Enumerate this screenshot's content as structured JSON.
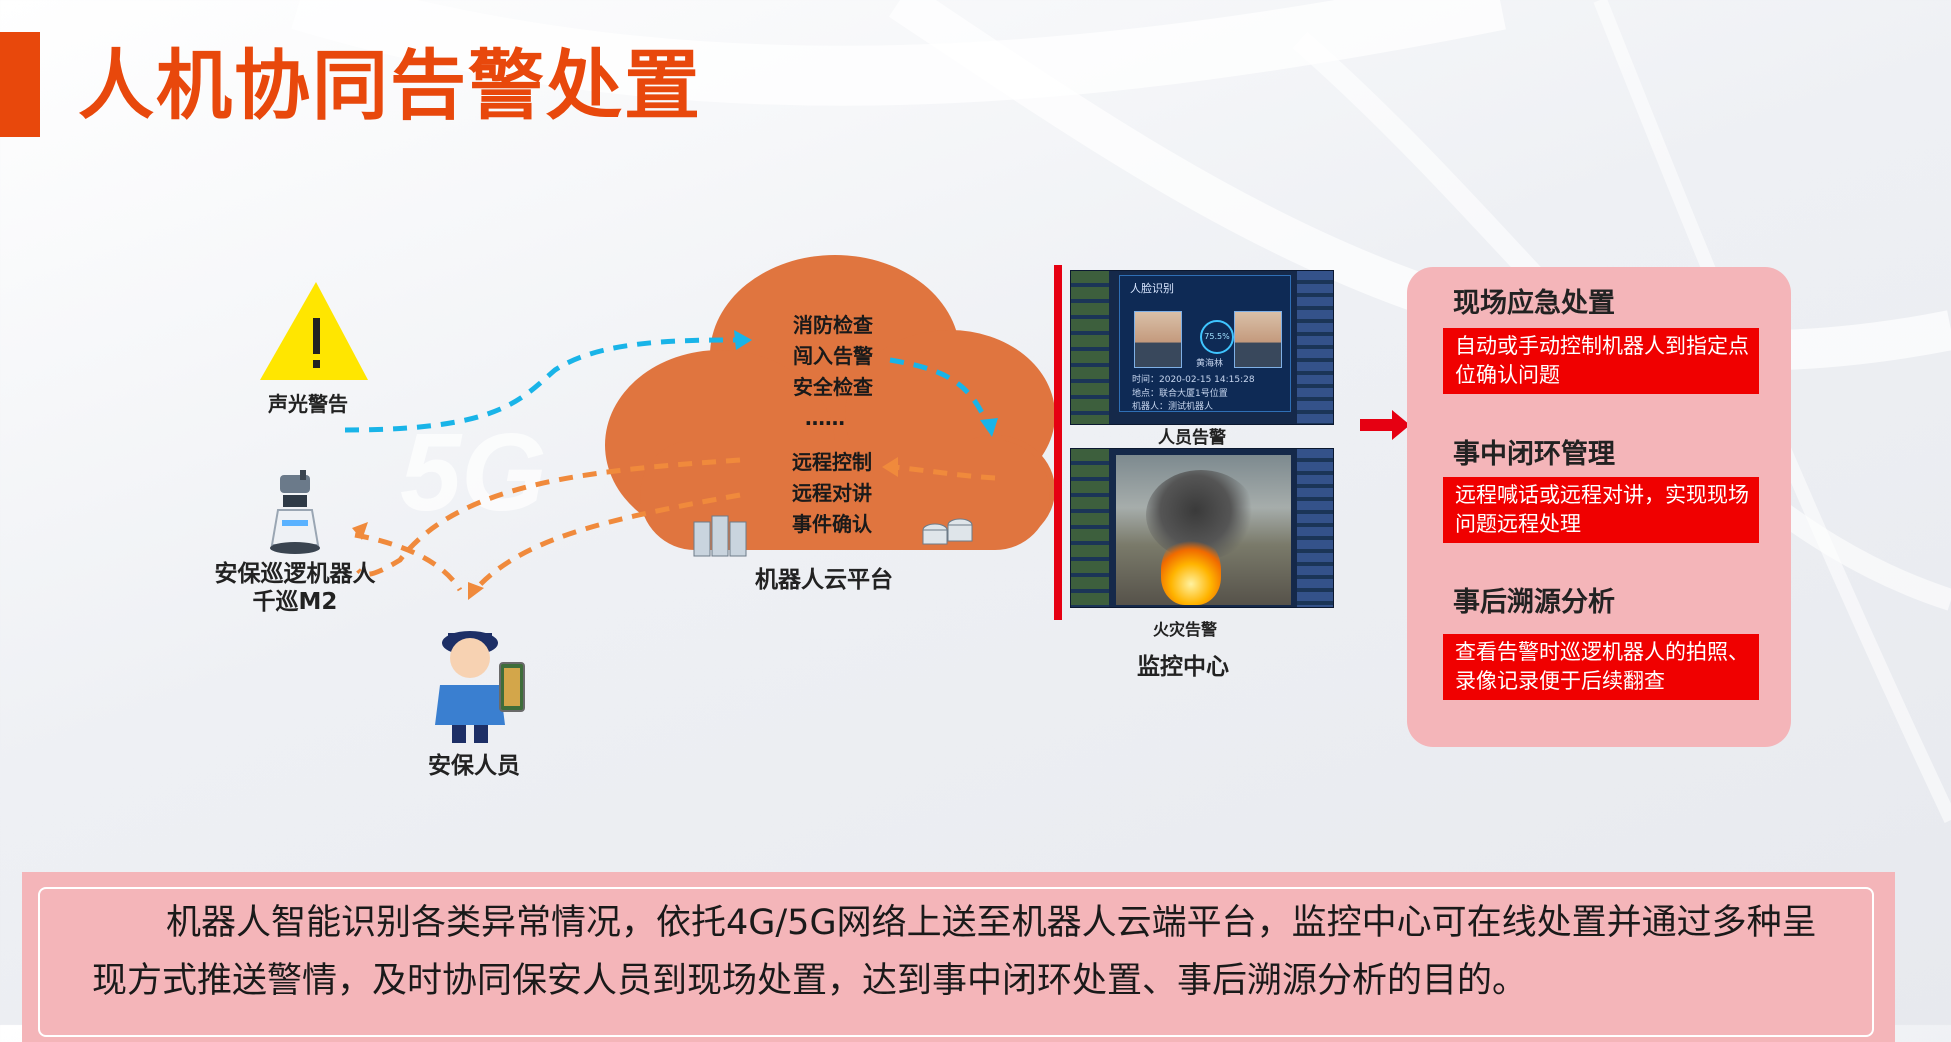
{
  "title": "人机协同告警处置",
  "diagram": {
    "alarm_label": "声光警告",
    "robot_label_line1": "安保巡逻机器人",
    "robot_label_line2": "千巡M2",
    "guard_label": "安保人员",
    "network_badge": "5G",
    "cloud": {
      "items_top": [
        "消防检查",
        "闯入告警",
        "安全检查",
        "……"
      ],
      "items_bottom": [
        "远程控制",
        "远程对讲",
        "事件确认"
      ],
      "label": "机器人云平台"
    },
    "monitor": {
      "screen1_title": "人脸识别",
      "screen1_pct": "75.5%",
      "screen1_name": "黄海林",
      "screen1_time": "时间：2020-02-15  14:15:28",
      "screen1_loc": "地点：联合大厦1号位置",
      "screen1_robot": "机器人：测试机器人",
      "screen1_caption": "人员告警",
      "screen2_caption": "火灾告警",
      "label": "监控中心"
    }
  },
  "right_panel": [
    {
      "heading": "现场应急处置",
      "text": "自动或手动控制机器人到指定点位确认问题"
    },
    {
      "heading": "事中闭环管理",
      "text": "远程喊话或远程对讲，实现现场问题远程处理"
    },
    {
      "heading": "事后溯源分析",
      "text": "查看告警时巡逻机器人的拍照、录像记录便于后续翻查"
    }
  ],
  "summary": "机器人智能识别各类异常情况，依托4G/5G网络上送至机器人云端平台，监控中心可在线处置并通过多种呈现方式推送警情，及时协同保安人员到现场处置，达到事中闭环处置、事后溯源分析的目的。",
  "colors": {
    "accent": "#e8480c",
    "cloud": "#e0753f",
    "panel_bg": "#f4b5b9",
    "red": "#f00000",
    "dash_blue": "#19b4e8",
    "dash_orange": "#f08a3c"
  }
}
